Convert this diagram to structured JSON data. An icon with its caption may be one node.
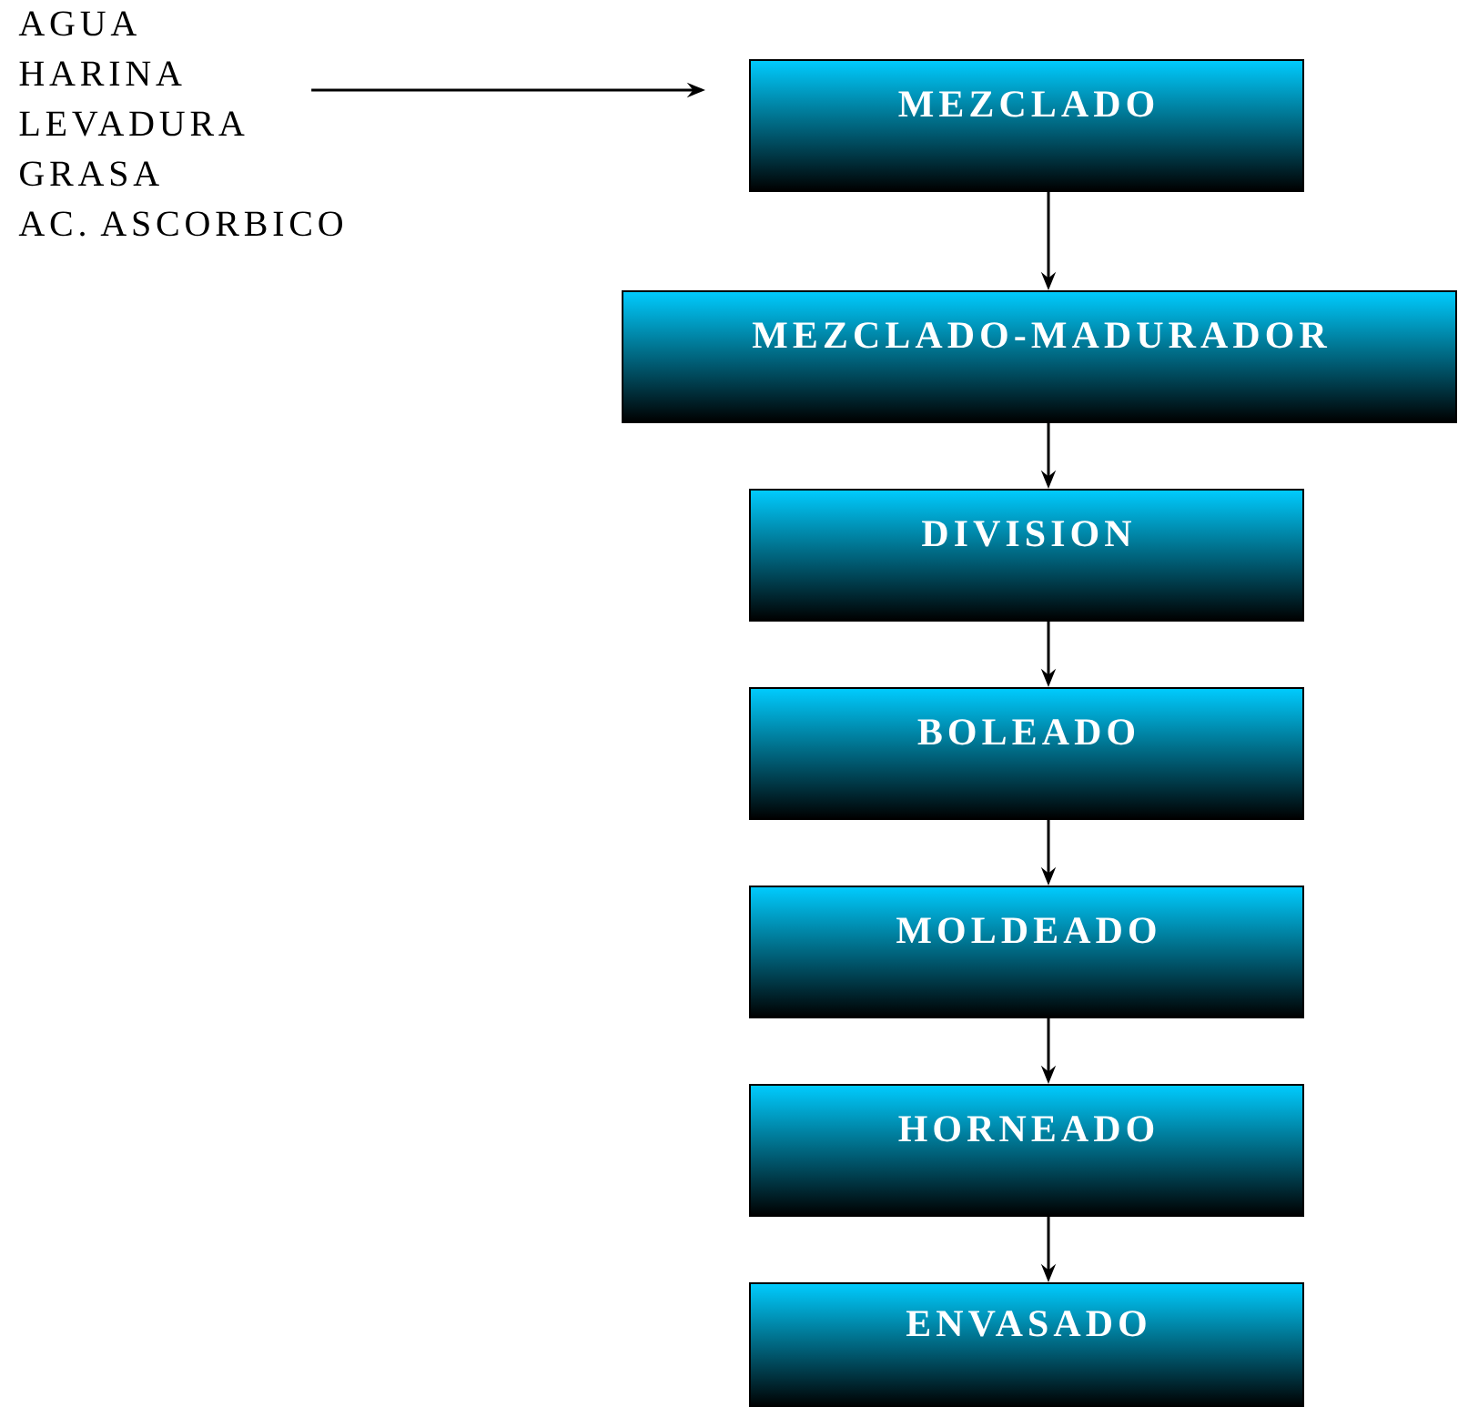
{
  "diagram": {
    "nodes": [
      {
        "text": [
          "AGUA",
          "HARINA",
          "LEVADURA",
          "GRASA",
          "AC. ASCORBICO"
        ]
      },
      {
        "text": [
          "MEZCLADO"
        ]
      },
      {
        "text": [
          "MEZCLADO-MADURADOR"
        ]
      },
      {
        "text": [
          "DIVISION"
        ]
      },
      {
        "text": [
          "BOLEADO"
        ]
      },
      {
        "text": [
          "MOLDEADO"
        ]
      },
      {
        "text": [
          "HORNEADO"
        ]
      },
      {
        "text": [
          "ENVASADO"
        ]
      }
    ],
    "edges": [
      {
        "from": 0,
        "to": 1,
        "arrow": "to"
      },
      {
        "from": 1,
        "to": 2,
        "arrow": "to"
      },
      {
        "from": 2,
        "to": 3,
        "arrow": "to"
      },
      {
        "from": 3,
        "to": 4,
        "arrow": "to"
      },
      {
        "from": 4,
        "to": 5,
        "arrow": "to"
      },
      {
        "from": 5,
        "to": 6,
        "arrow": "to"
      },
      {
        "from": 6,
        "to": 7,
        "arrow": "to"
      }
    ]
  }
}
